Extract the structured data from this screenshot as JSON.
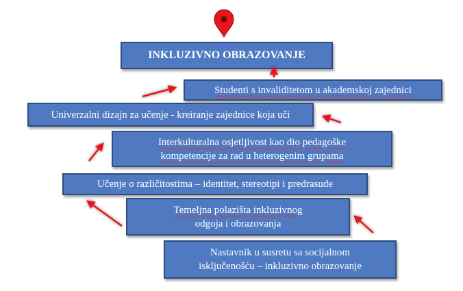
{
  "diagram": {
    "title": "INKLUZIVNO OBRAZOVANJE",
    "steps": [
      "Studenti s invaliditetom u akademskoj zajednici",
      "Univerzalni dizajn za učenje - kreiranje zajednice koja uči",
      "Interkulturalna osjetljivost kao dio pedagoške",
      "kompetencije za rad u heterogenim grupama",
      "Učenje o različitostima – identitet, stereotipi i predrasude",
      "Temeljna polazišta inkluzivnog",
      "odgoja i obrazovanja",
      "Nastavnik u susretu sa socijalnom",
      "isključenošću – inkluzivno obrazovanje"
    ]
  },
  "colors": {
    "box_fill": "#4f7ac2",
    "box_border": "#2e4d7e",
    "arrow": "#e8161b",
    "pin": "#e8161b"
  },
  "icons": {
    "top": "map-pin-icon",
    "connector": "red-arrow-icon"
  }
}
